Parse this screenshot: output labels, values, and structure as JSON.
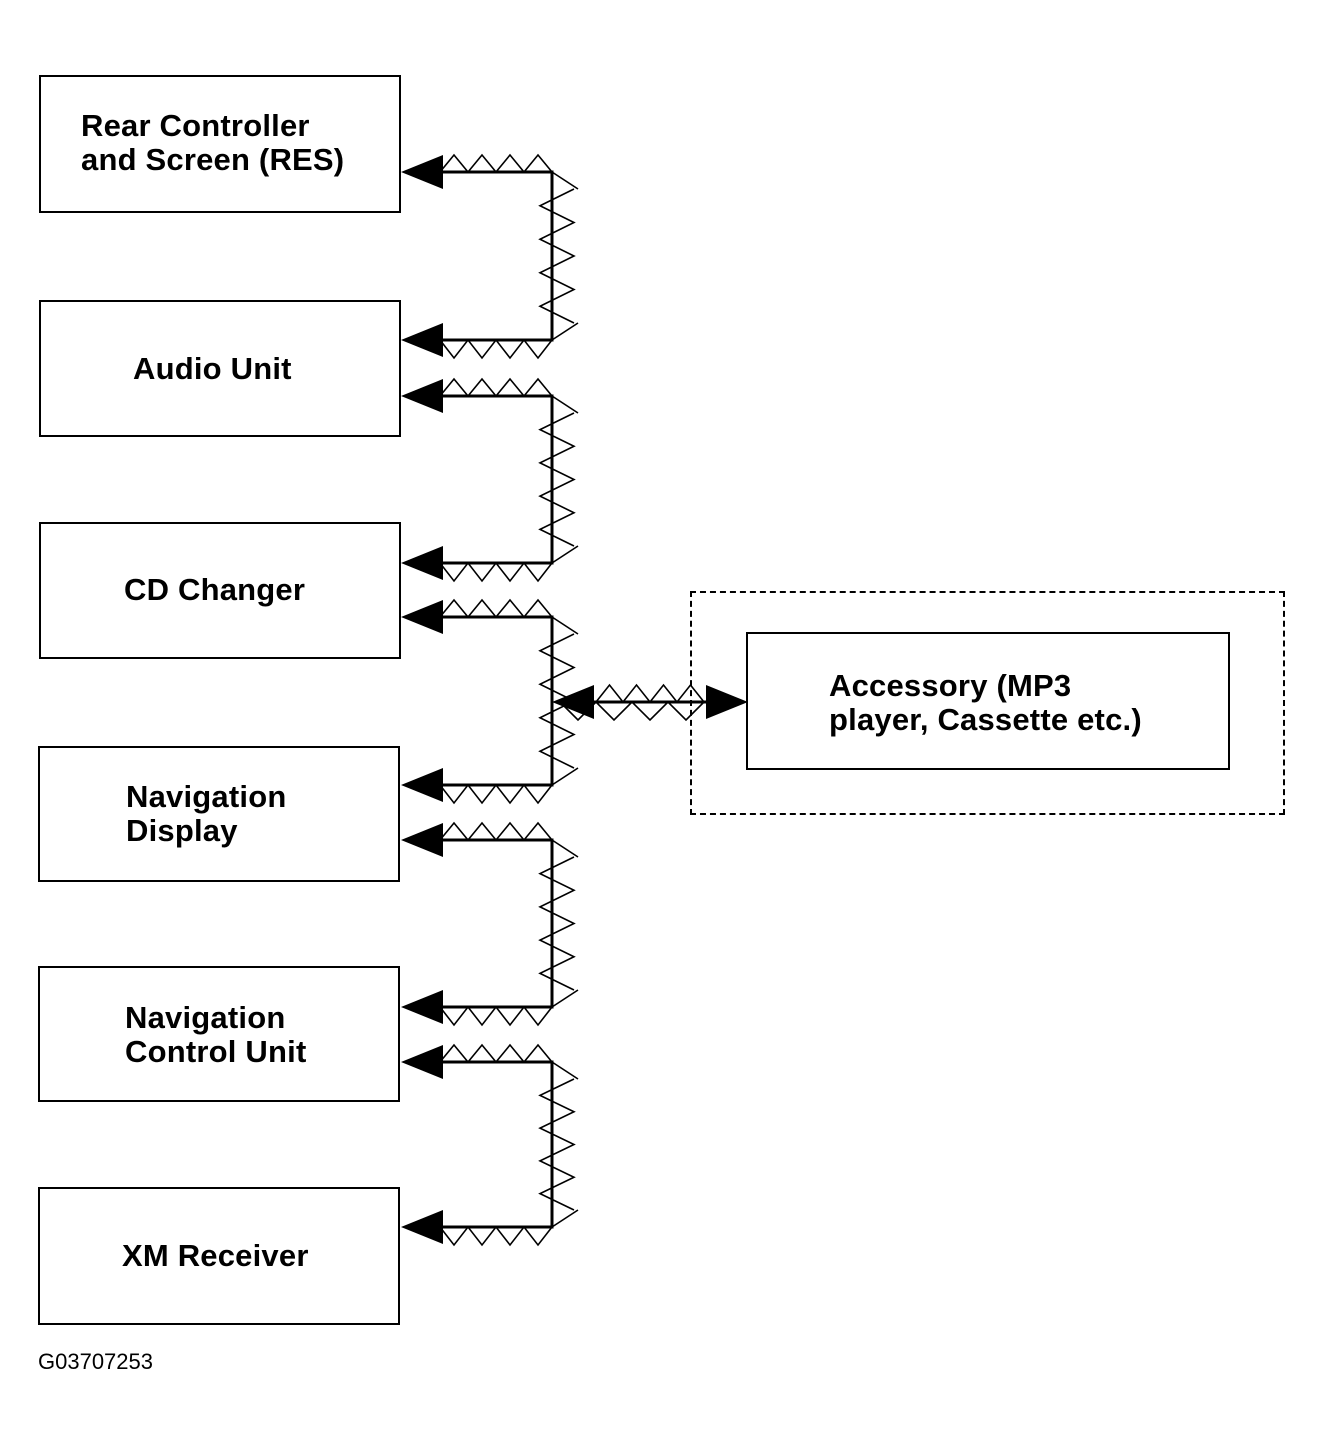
{
  "units": {
    "rear_controller": {
      "line1": "Rear Controller",
      "line2": "and Screen (RES)"
    },
    "audio_unit": {
      "line1": "Audio Unit"
    },
    "cd_changer": {
      "line1": "CD Changer"
    },
    "navigation_display": {
      "line1": "Navigation",
      "line2": "Display"
    },
    "navigation_control_unit": {
      "line1": "Navigation",
      "line2": "Control Unit"
    },
    "xm_receiver": {
      "line1": "XM Receiver"
    },
    "accessory": {
      "line1": "Accessory (MP3",
      "line2": "player, Cassette etc.)"
    }
  },
  "figure_id": "G03707253"
}
